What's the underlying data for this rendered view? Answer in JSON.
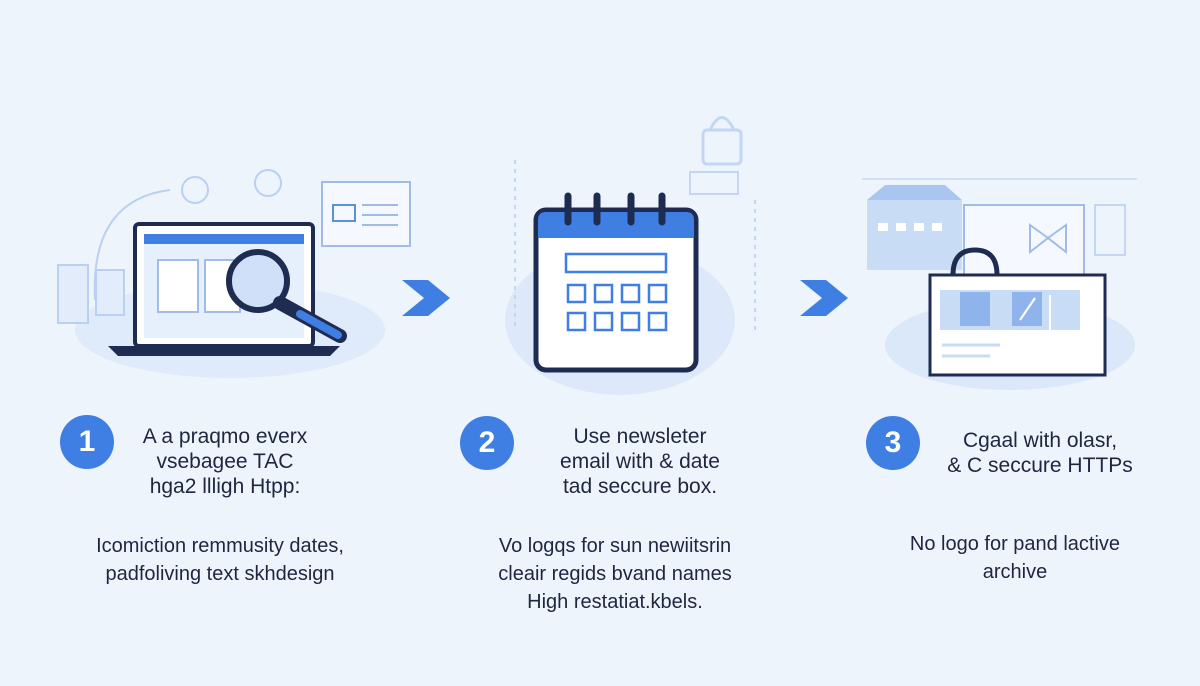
{
  "steps": [
    {
      "number": "1",
      "title_lines": [
        "A a praqmo everx",
        "vsebagee TAC",
        "hga2 llligh Htpp:"
      ],
      "desc_lines": [
        "Icomiction remmusity dates,",
        "padfoliving text skhdesign"
      ],
      "illustration": "laptop-magnifier-icon"
    },
    {
      "number": "2",
      "title_lines": [
        "Use newsleter",
        "email with & date",
        "tad seccure box."
      ],
      "desc_lines": [
        "Vo logqs for sun newiitsrin",
        "cleair  regids bvand names",
        "High restatiat.kbels."
      ],
      "illustration": "calendar-icon"
    },
    {
      "number": "3",
      "title_lines": [
        "Cgaal with olasr,",
        "& C  seccure HTTPs"
      ],
      "desc_lines": [
        "No logo for pand lactive",
        "archive"
      ],
      "illustration": "secure-box-icon"
    }
  ],
  "colors": {
    "accent": "#3f7fe3",
    "background": "#eef4fc",
    "outline": "#1f2c52",
    "light_blue": "#c9dcf6"
  }
}
